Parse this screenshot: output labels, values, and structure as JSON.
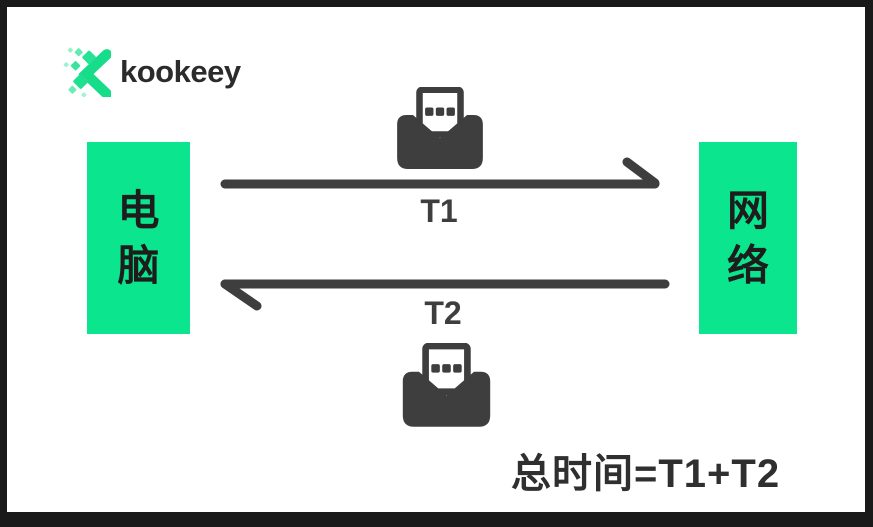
{
  "colors": {
    "frame": "#1a1a1a",
    "accent-green": "#0be58e",
    "ink": "#3e3e3e",
    "node-text": "#1d1d1d",
    "formula-text": "#2f2f2f",
    "logo-text": "#2b2b2b",
    "logo-green": "#1add8b"
  },
  "logo": {
    "text": "kookeey"
  },
  "diagram": {
    "left_node": {
      "label": "电脑"
    },
    "right_node": {
      "label": "网络"
    },
    "top_arrow": {
      "label": "T1",
      "direction": "left-to-right"
    },
    "bottom_arrow": {
      "label": "T2",
      "direction": "right-to-left"
    },
    "formula": "总时间=T1+T2"
  }
}
